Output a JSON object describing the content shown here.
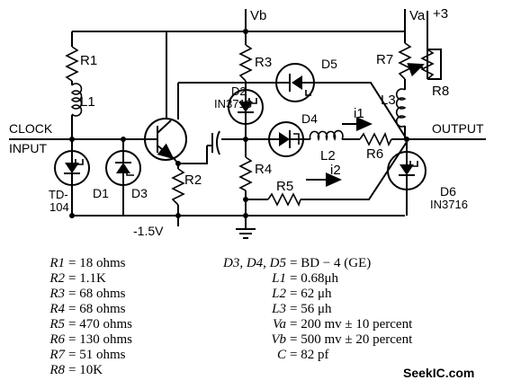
{
  "labels": {
    "vb": "Vb",
    "va": "Va",
    "plus3": "+3",
    "r1": "R1",
    "r2": "R2",
    "r3": "R3",
    "r4": "R4",
    "r5": "R5",
    "r6": "R6",
    "r7": "R7",
    "r8": "R8",
    "l1": "L1",
    "l2": "L2",
    "l3": "L3",
    "d1": "D1",
    "d2": "D2",
    "d3": "D3",
    "d4": "D4",
    "d5": "D5",
    "d6": "D6",
    "d2_part": "IN3716",
    "d6_part": "IN3716",
    "d1_part_a": "TD-",
    "d1_part_b": "104",
    "i1": "i1",
    "i2": "i2",
    "clock": "CLOCK",
    "input": "INPUT",
    "output": "OUTPUT",
    "neg15": "-1.5V"
  },
  "specs_left": [
    {
      "sym": "R1",
      "val": "= 18 ohms"
    },
    {
      "sym": "R2",
      "val": "= 1.1K"
    },
    {
      "sym": "R3",
      "val": "= 68 ohms"
    },
    {
      "sym": "R4",
      "val": "= 68 ohms"
    },
    {
      "sym": "R5",
      "val": "= 470 ohms"
    },
    {
      "sym": "R6",
      "val": "= 130 ohms"
    },
    {
      "sym": "R7",
      "val": "= 51 ohms"
    },
    {
      "sym": "R8",
      "val": "= 10K"
    }
  ],
  "specs_right": [
    {
      "sym": "D3, D4, D5",
      "val": "= BD − 4 (GE)"
    },
    {
      "sym": "L1",
      "val": "= 0.68μh"
    },
    {
      "sym": "L2",
      "val": "= 62 μh"
    },
    {
      "sym": "L3",
      "val": "= 56 μh"
    },
    {
      "sym": "Va",
      "val": "= 200 mv ± 10 percent"
    },
    {
      "sym": "Vb",
      "val": "= 500 mv ± 20 percent"
    },
    {
      "sym": "C",
      "val": "= 82 pf"
    }
  ],
  "watermark": "SeekIC.com"
}
